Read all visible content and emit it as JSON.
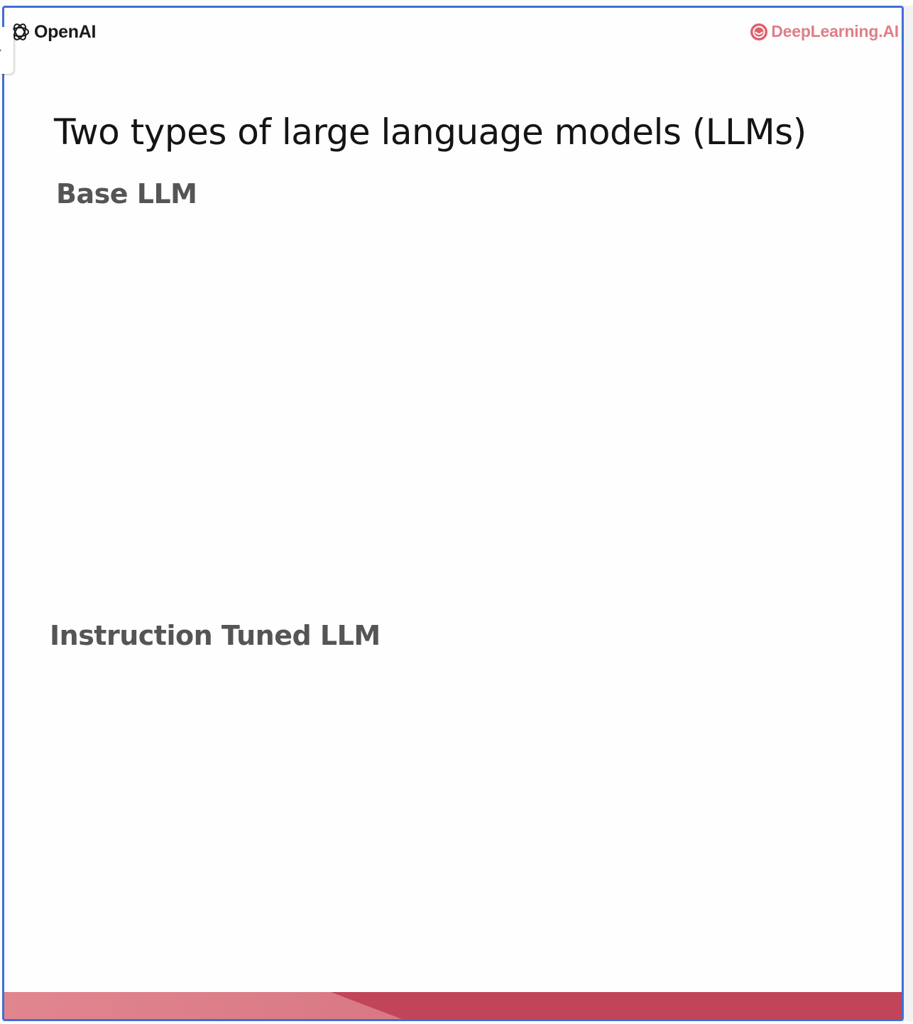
{
  "header": {
    "left_logo_text": "OpenAI",
    "right_logo_text": "DeepLearning.AI"
  },
  "slide": {
    "title": "Two types of large language models (LLMs)",
    "sections": [
      {
        "heading": "Base LLM"
      },
      {
        "heading": "Instruction Tuned LLM"
      }
    ]
  },
  "sidebar_toggle": {
    "icon": "chevron-right-icon"
  },
  "colors": {
    "frame_border": "#3f6fd6",
    "brand_red": "#c14458",
    "brand_pink": "#e1858f",
    "heading_gray": "#555555"
  }
}
